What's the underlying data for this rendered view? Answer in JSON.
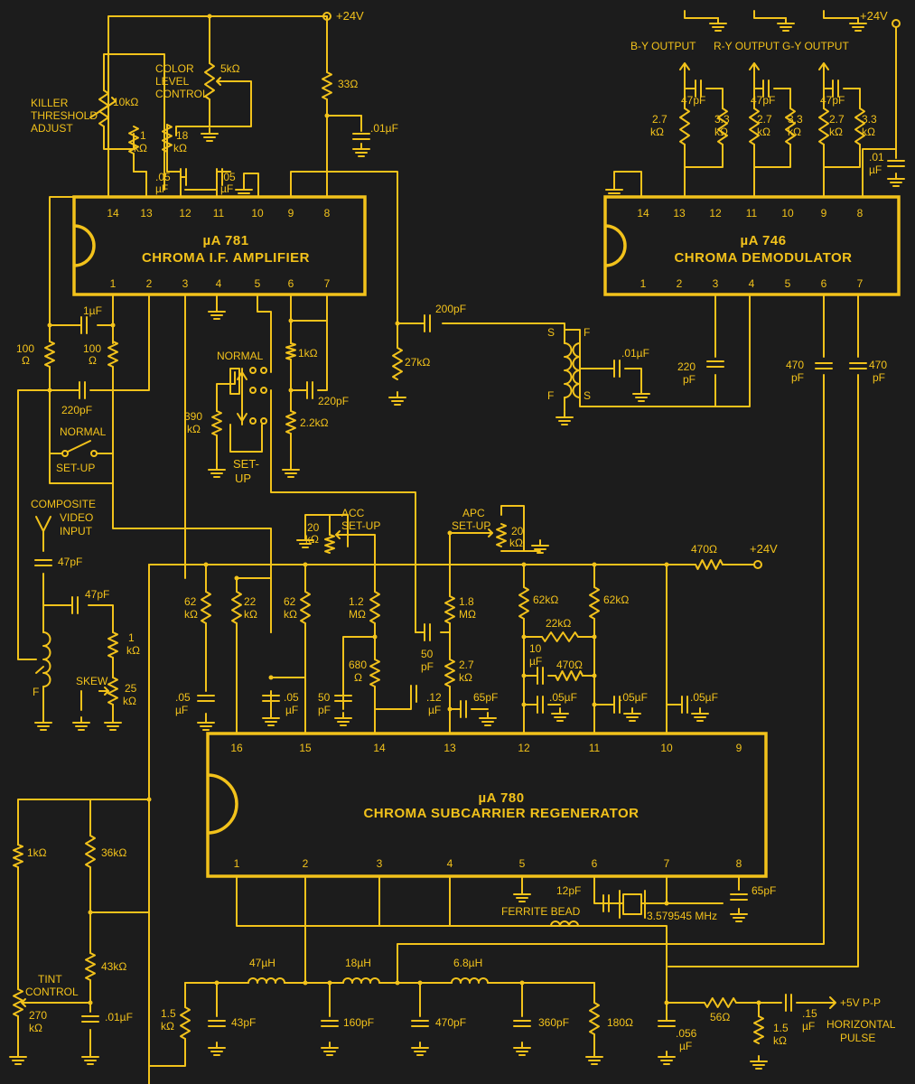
{
  "supplies": {
    "v24_top": "+24V",
    "v24_right": "+24V",
    "v24_mid": "+24V"
  },
  "ic1": {
    "part": "µA 781",
    "name": "CHROMA I.F. AMPLIFIER",
    "pins_top": [
      "14",
      "13",
      "12",
      "11",
      "10",
      "9",
      "8"
    ],
    "pins_bottom": [
      "1",
      "2",
      "3",
      "4",
      "5",
      "6",
      "7"
    ]
  },
  "ic2": {
    "part": "µA 746",
    "name": "CHROMA DEMODULATOR",
    "pins_top": [
      "14",
      "13",
      "12",
      "11",
      "10",
      "9",
      "8"
    ],
    "pins_bottom": [
      "1",
      "2",
      "3",
      "4",
      "5",
      "6",
      "7"
    ]
  },
  "ic3": {
    "part": "µA 780",
    "name": "CHROMA SUBCARRIER REGENERATOR",
    "pins_top": [
      "16",
      "15",
      "14",
      "13",
      "12",
      "11",
      "10",
      "9"
    ],
    "pins_bottom": [
      "1",
      "2",
      "3",
      "4",
      "5",
      "6",
      "7",
      "8"
    ]
  },
  "outputs": {
    "b_y": "B-Y OUTPUT",
    "r_y": "R-Y OUTPUT",
    "g_y": "G-Y OUTPUT"
  },
  "labels": {
    "color_level_1": "COLOR",
    "color_level_2": "LEVEL",
    "color_level_3": "CONTROL",
    "killer_1": "KILLER",
    "killer_2": "THRESHOLD",
    "killer_3": "ADJUST",
    "normal_a": "NORMAL",
    "normal_b": "NORMAL",
    "setup_a": "SET-UP",
    "setup_b1": "SET-",
    "setup_b2": "UP",
    "composite_1": "COMPOSITE",
    "composite_2": "VIDEO",
    "composite_3": "INPUT",
    "skew": "SKEW",
    "f_coil1": "F",
    "s_coil": "S",
    "f_coil2": "F",
    "f_coil3": "F",
    "s_coil2": "S",
    "acc_1": "ACC",
    "acc_2": "SET-UP",
    "apc_1": "APC",
    "apc_2": "SET-UP",
    "ferrite": "FERRITE BEAD",
    "crystal": "3.579545 MHz",
    "tint_1": "TINT",
    "tint_2": "CONTROL",
    "pulse_1": "+5V P-P",
    "pulse_2": "HORIZONTAL",
    "pulse_3": "PULSE"
  },
  "values": {
    "r10k": "10kΩ",
    "r5k": "5kΩ",
    "r33": "33Ω",
    "c01a": ".01µF",
    "r1k_a1": "1",
    "r1k_a2": "kΩ",
    "r18_1": "18",
    "r18_2": "kΩ",
    "c05a_1": ".05",
    "c05a_2": "µF",
    "c05b": ".05",
    "c05b_2": "µF",
    "c1u": "1µF",
    "r100a_1": "100",
    "r100a_2": "Ω",
    "r100b_1": "100",
    "r100b_2": "Ω",
    "c220a": "220pF",
    "r1k_b": "1kΩ",
    "c220b": "220pF",
    "r2_2k": "2.2kΩ",
    "r390_1": "390",
    "r390_2": "kΩ",
    "c200": "200pF",
    "r27k": "27kΩ",
    "c01b": ".01µF",
    "c220c_1": "220",
    "c220c_2": "pF",
    "c470a_1": "470",
    "c470a_2": "pF",
    "c470b_1": "470",
    "c470b_2": "pF",
    "c47a": "47pF",
    "c47b": "47pF",
    "c47c": "47pF",
    "r2_7k_a1": "2.7",
    "r2_7k_a2": "kΩ",
    "r3_3k_a1": "3.3",
    "r3_3k_a2": "kΩ",
    "r2_7k_b1": "2.7",
    "r2_7k_b2": "kΩ",
    "r3_3k_b1": "3.3",
    "r3_3k_b2": "kΩ",
    "r2_7k_c1": "2.7",
    "r2_7k_c2": "kΩ",
    "r3_3k_c1": "3.3",
    "r3_3k_c2": "kΩ",
    "c01c_1": ".01",
    "c01c_2": "µF",
    "c47in": "47pF",
    "c47in2": "47pF",
    "r1k_c1": "1",
    "r1k_c2": "kΩ",
    "r25k_1": "25",
    "r25k_2": "kΩ",
    "r20k_a1": "20",
    "r20k_a2": "kΩ",
    "r20k_b1": "20",
    "r20k_b2": "kΩ",
    "r470": "470Ω",
    "r62a_1": "62",
    "r62a_2": "kΩ",
    "r22a_1": "22",
    "r22a_2": "kΩ",
    "r62b_1": "62",
    "r62b_2": "kΩ",
    "r1_2m_1": "1.2",
    "r1_2m_2": "MΩ",
    "r680_1": "680",
    "r680_2": "Ω",
    "c50a_1": "50",
    "c50a_2": "pF",
    "c50b_1": "50",
    "c50b_2": "pF",
    "r1_8m_1": "1.8",
    "r1_8m_2": "MΩ",
    "r2_7k_d1": "2.7",
    "r2_7k_d2": "kΩ",
    "c12_1": ".12",
    "c12_2": "µF",
    "c65a": "65pF",
    "r62c": "62kΩ",
    "r62d": "62kΩ",
    "r22b": "22kΩ",
    "c10u_1": "10",
    "c10u_2": "µF",
    "r470b": "470Ω",
    "c05c_1": ".05",
    "c05c_2": "µF",
    "c05d_1": ".05",
    "c05d_2": "µF",
    "c05e": ".05µF",
    "c05f": ".05µF",
    "c05g": ".05µF",
    "c12p": "12pF",
    "c65b": "65pF",
    "r1k_d": "1kΩ",
    "r36k": "36kΩ",
    "r43k": "43kΩ",
    "r270_1": "270",
    "r270_2": "kΩ",
    "c01d": ".01µF",
    "r1_5k_a1": "1.5",
    "r1_5k_a2": "kΩ",
    "l47": "47µH",
    "l18": "18µH",
    "l6_8": "6.8µH",
    "c43": "43pF",
    "c160": "160pF",
    "c470c": "470pF",
    "c360": "360pF",
    "r180": "180Ω",
    "c056_1": ".056",
    "c056_2": "µF",
    "r56": "56Ω",
    "c15_1": ".15",
    "c15_2": "µF",
    "r1_5k_b1": "1.5",
    "r1_5k_b2": "kΩ"
  }
}
